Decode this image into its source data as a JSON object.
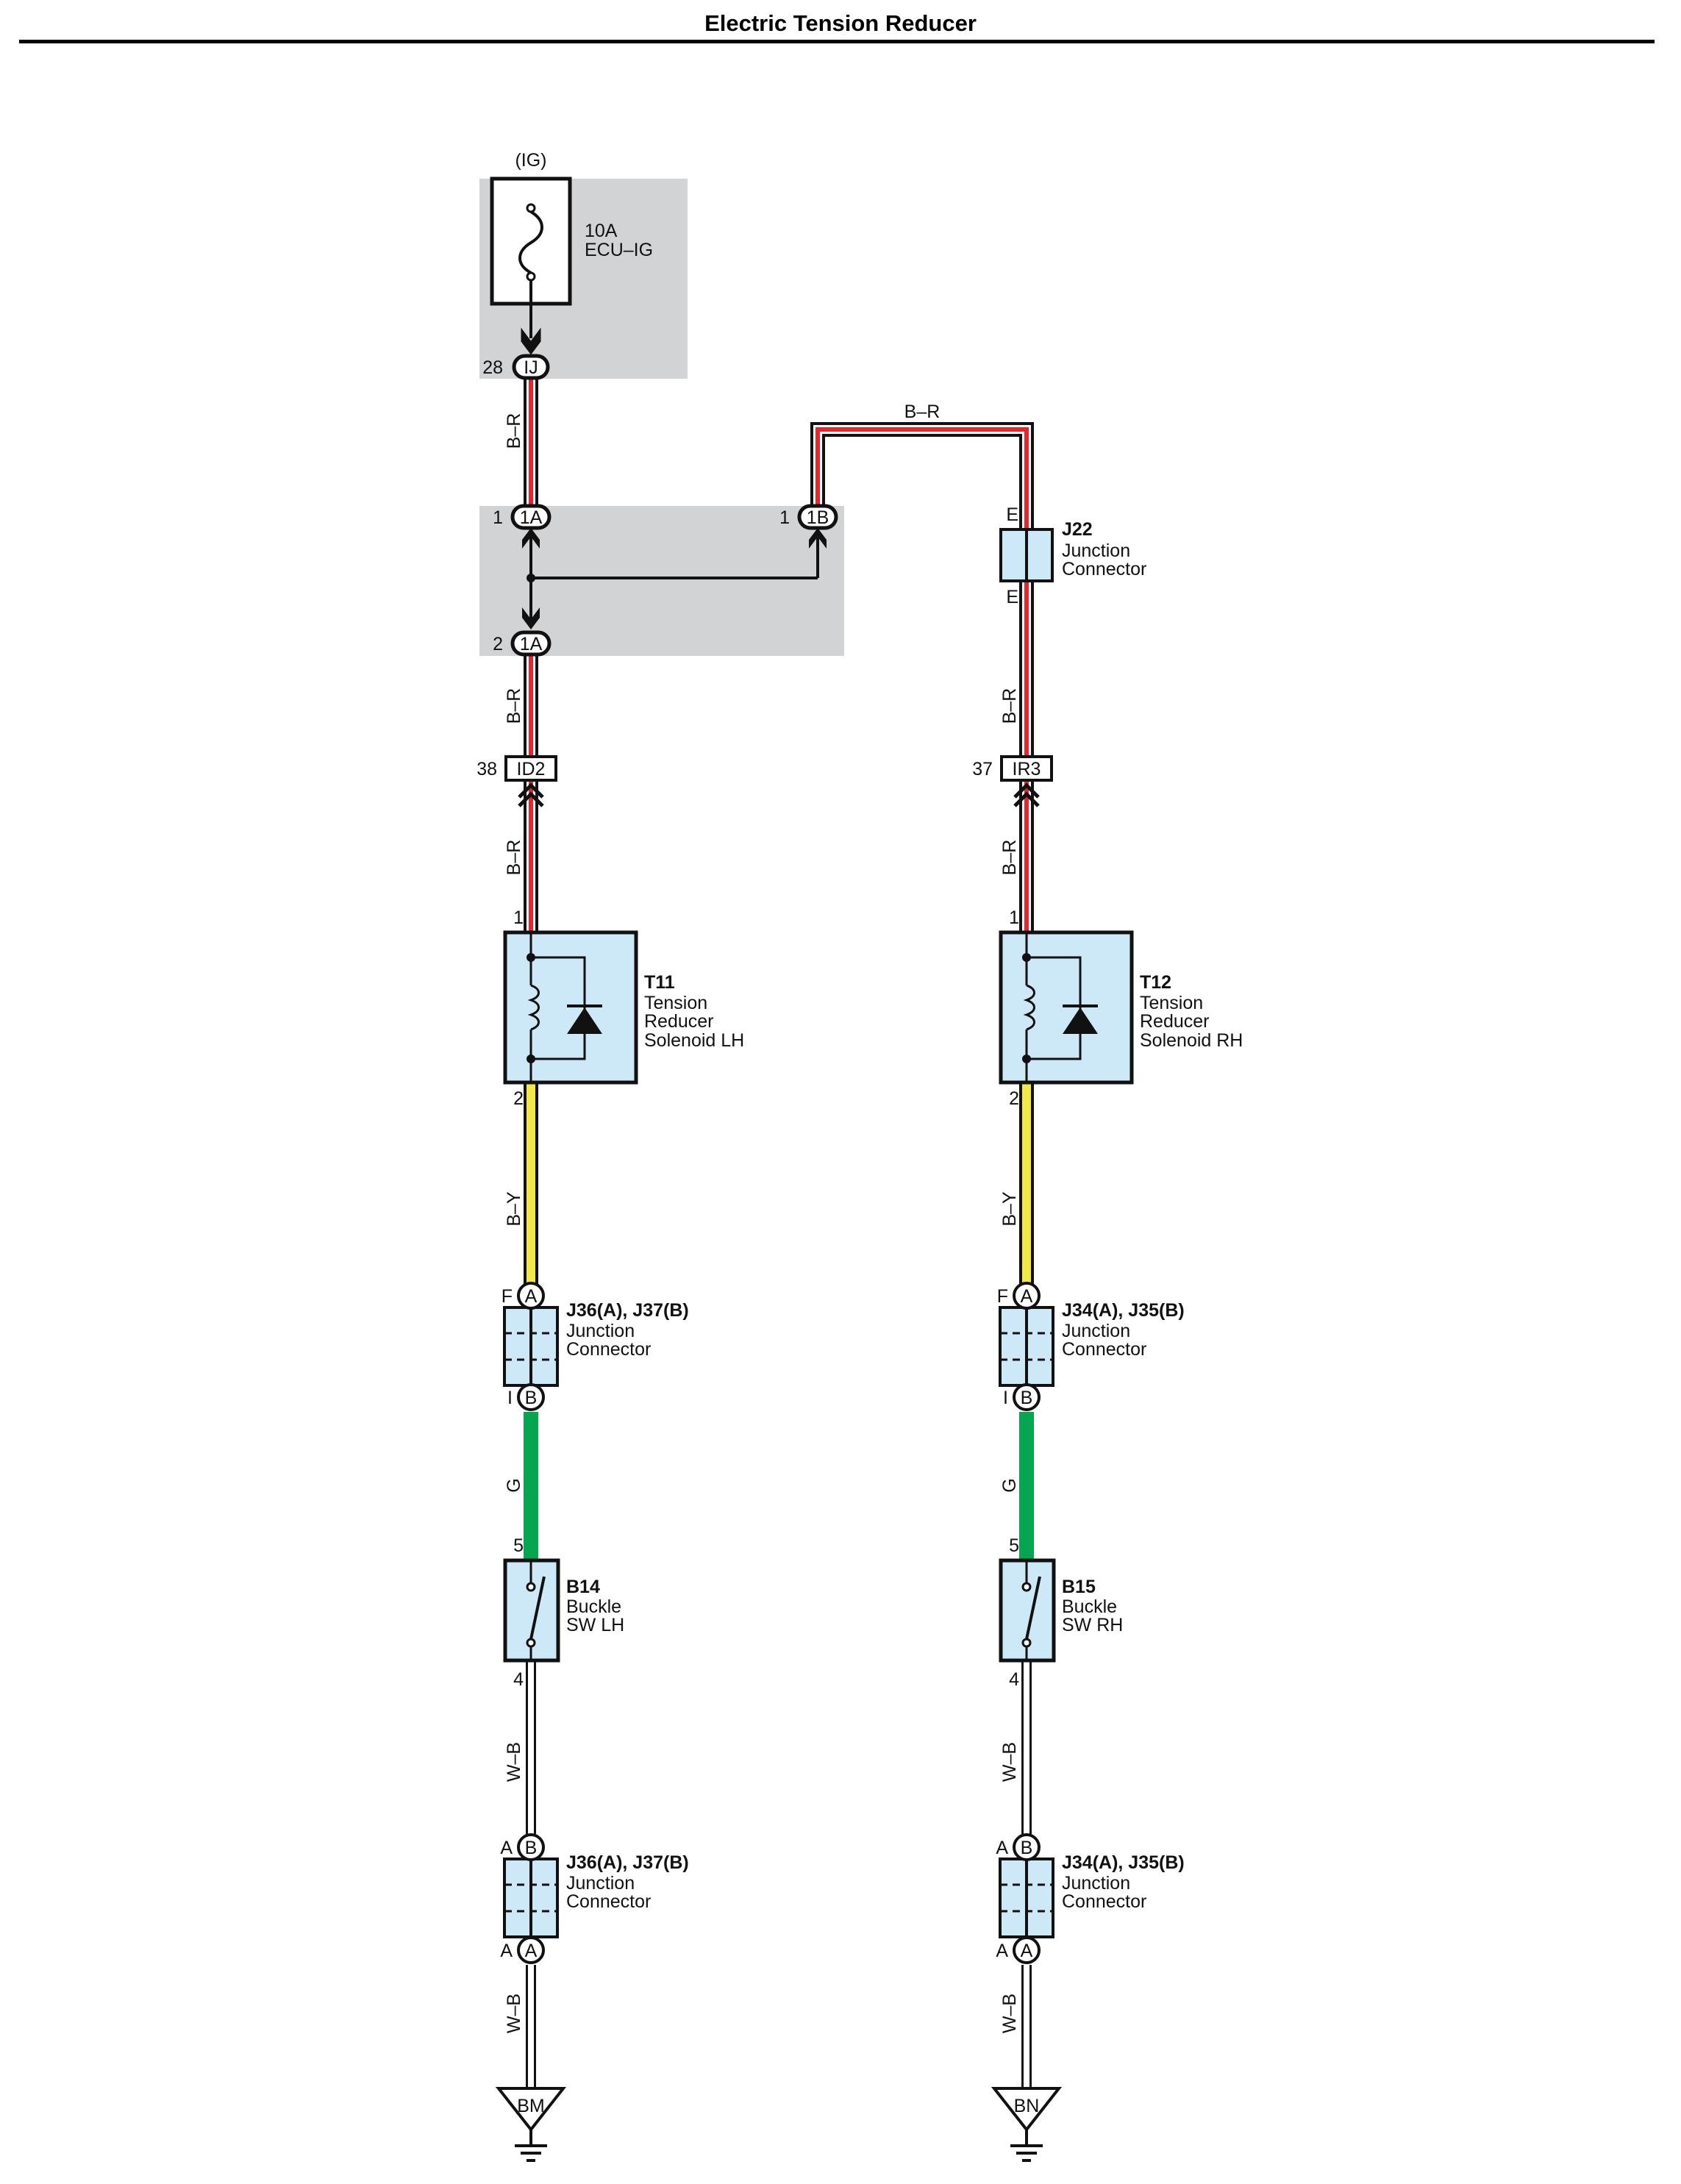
{
  "title": "Electric Tension Reducer",
  "colors": {
    "shade": "#d2d3d5",
    "component_fill": "#cde9f7",
    "wire_red": "#e8252b",
    "wire_yellow": "#f3e84a",
    "wire_green": "#05a64f",
    "wire_outline": "#111111",
    "wire_white": "#ffffff"
  },
  "power": {
    "source": "(IG)",
    "fuse_rating": "10A",
    "fuse_name": "ECU–IG",
    "connector": {
      "code": "IJ",
      "pin": "28"
    }
  },
  "junction_block": {
    "upper_left": {
      "code": "1A",
      "pin": "1"
    },
    "upper_right": {
      "code": "1B",
      "pin": "1"
    },
    "lower": {
      "code": "1A",
      "pin": "2"
    }
  },
  "wire_labels": {
    "crossover": "B–R",
    "left_upper": "B–R",
    "left_mid": "B–R",
    "left_lower": "B–R",
    "right_mid": "B–R",
    "right_lower": "B–R",
    "left_yellow": "B–Y",
    "right_yellow": "B–Y",
    "left_green": "G",
    "right_green": "G",
    "left_wb_upper": "W–B",
    "right_wb_upper": "W–B",
    "left_wb_lower": "W–B",
    "right_wb_lower": "W–B"
  },
  "j22": {
    "id": "J22",
    "line1": "Junction",
    "line2": "Connector",
    "pin_top": "E",
    "pin_bottom": "E"
  },
  "inline_left": {
    "code": "ID2",
    "pin": "38"
  },
  "inline_right": {
    "code": "IR3",
    "pin": "37"
  },
  "solenoid_lh": {
    "id": "T11",
    "line1": "Tension",
    "line2": "Reducer",
    "line3": "Solenoid LH",
    "pin_top": "1",
    "pin_bottom": "2"
  },
  "solenoid_rh": {
    "id": "T12",
    "line1": "Tension",
    "line2": "Reducer",
    "line3": "Solenoid RH",
    "pin_top": "1",
    "pin_bottom": "2"
  },
  "jc_left_upper": {
    "id": "J36(A), J37(B)",
    "line1": "Junction",
    "line2": "Connector",
    "top_code": "A",
    "top_pin": "F",
    "bottom_code": "B",
    "bottom_pin": "I"
  },
  "jc_right_upper": {
    "id": "J34(A), J35(B)",
    "line1": "Junction",
    "line2": "Connector",
    "top_code": "A",
    "top_pin": "F",
    "bottom_code": "B",
    "bottom_pin": "I"
  },
  "buckle_lh": {
    "id": "B14",
    "line1": "Buckle",
    "line2": "SW LH",
    "pin_top": "5",
    "pin_bottom": "4"
  },
  "buckle_rh": {
    "id": "B15",
    "line1": "Buckle",
    "line2": "SW RH",
    "pin_top": "5",
    "pin_bottom": "4"
  },
  "jc_left_lower": {
    "id": "J36(A), J37(B)",
    "line1": "Junction",
    "line2": "Connector",
    "top_code": "B",
    "top_pin": "A",
    "bottom_code": "A",
    "bottom_pin": "A"
  },
  "jc_right_lower": {
    "id": "J34(A), J35(B)",
    "line1": "Junction",
    "line2": "Connector",
    "top_code": "B",
    "top_pin": "A",
    "bottom_code": "A",
    "bottom_pin": "A"
  },
  "ground_left": "BM",
  "ground_right": "BN"
}
